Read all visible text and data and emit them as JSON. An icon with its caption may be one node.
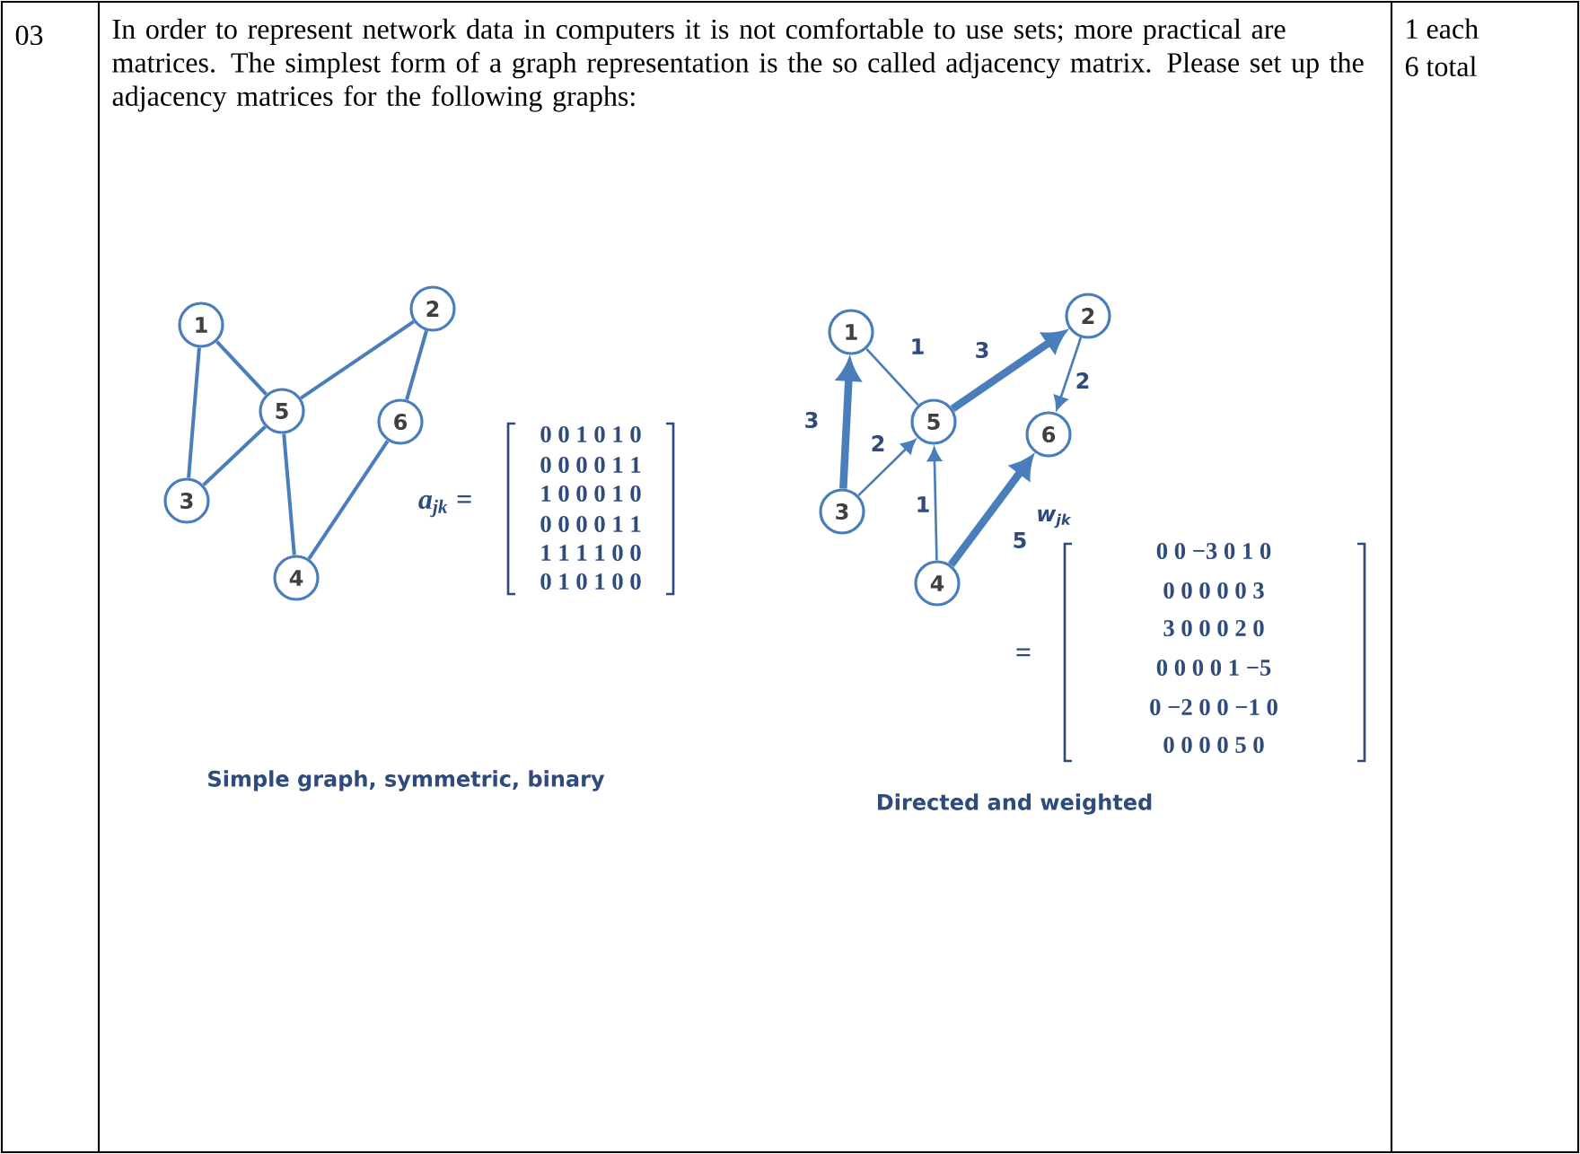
{
  "diagram": {
    "nodes": [
      {
        "text": [
          "1"
        ]
      },
      {
        "text": [
          "2"
        ]
      },
      {
        "text": [
          "5"
        ]
      },
      {
        "text": [
          "6"
        ]
      },
      {
        "text": [
          "3"
        ]
      },
      {
        "text": [
          "4"
        ]
      },
      {
        "text": [
          "1"
        ]
      },
      {
        "text": [
          "2"
        ]
      },
      {
        "text": [
          "5"
        ]
      },
      {
        "text": [
          "6"
        ]
      },
      {
        "text": [
          "3"
        ]
      },
      {
        "text": [
          "4"
        ]
      }
    ],
    "edges": [
      {
        "from": 0,
        "to": 2,
        "arrow": "none"
      },
      {
        "from": 0,
        "to": 4,
        "arrow": "none"
      },
      {
        "from": 2,
        "to": 1,
        "arrow": "none"
      },
      {
        "from": 2,
        "to": 4,
        "arrow": "none"
      },
      {
        "from": 2,
        "to": 5,
        "arrow": "none"
      },
      {
        "from": 1,
        "to": 3,
        "arrow": "none"
      },
      {
        "from": 3,
        "to": 5,
        "arrow": "none"
      },
      {
        "from": 10,
        "to": 6,
        "arrow": "to",
        "label": "3",
        "style": "thick"
      },
      {
        "from": 6,
        "to": 8,
        "arrow": "none",
        "label": "1"
      },
      {
        "from": 8,
        "to": 7,
        "arrow": "to",
        "label": "3",
        "style": "thick"
      },
      {
        "from": 7,
        "to": 9,
        "arrow": "to",
        "label": "2"
      },
      {
        "from": 10,
        "to": 8,
        "arrow": "to",
        "label": "2"
      },
      {
        "from": 11,
        "to": 8,
        "arrow": "to",
        "label": "1"
      },
      {
        "from": 11,
        "to": 9,
        "arrow": "to",
        "label": "5",
        "style": "thick"
      }
    ],
    "labels": [
      "03",
      "In order to represent network data in computers it is not comfortable to use sets; more practical are matrices. The simplest form of a graph representation is the so called adjacency matrix. Please set up the adjacency matrices for the following graphs:",
      "1 each",
      "6 total",
      "a$_{jk}$ =",
      "0 0 1 0 1 0",
      "0 0 0 0 1 1",
      "1 0 0 0 1 0",
      "0 0 0 0 1 1",
      "1 1 1 1 0 0",
      "0 1 0 1 0 0",
      "w$_{jk}$",
      "=",
      "0 0 −3 0 1 0",
      "0 0 0 0 0 3",
      "3 0 0 0 2 0",
      "0 0 0 0 1 −5",
      "0 −2 0 0 −1 0",
      "0 0 0 0 5 0",
      "Simple graph, symmetric, binary",
      "Directed and weighted"
    ]
  }
}
